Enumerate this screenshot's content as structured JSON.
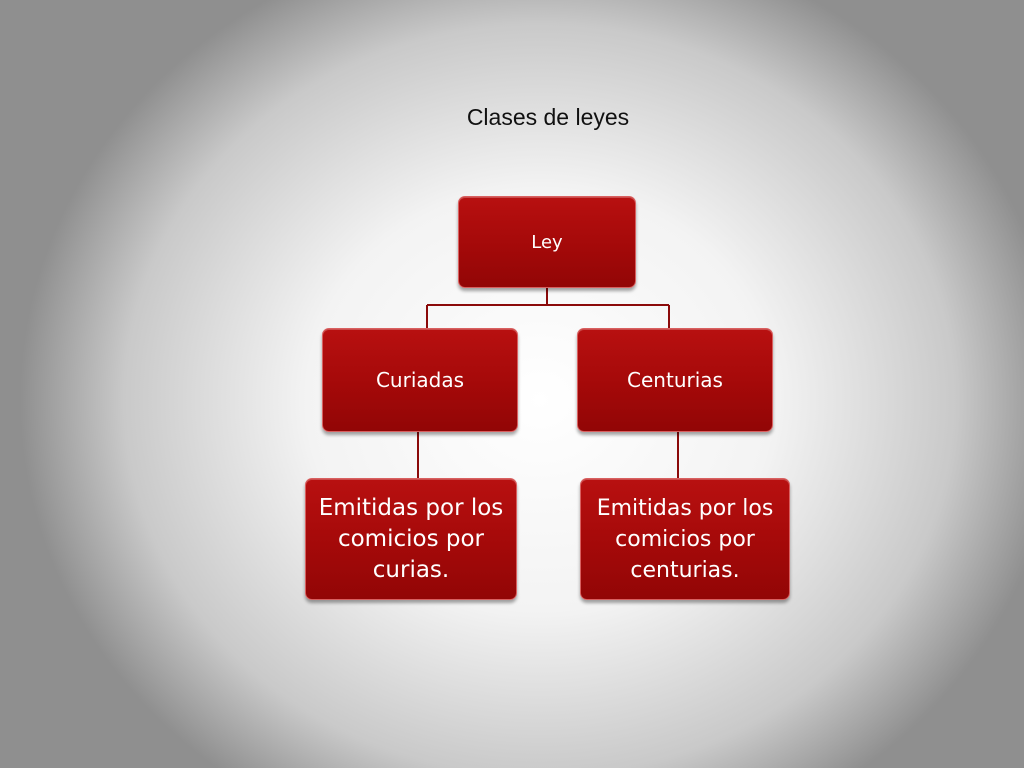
{
  "slide": {
    "title": "Clases de leyes"
  },
  "diagram": {
    "root": {
      "label": "Ley"
    },
    "branches": [
      {
        "label": "Curiadas",
        "child": "Emitidas por los comicios por curias."
      },
      {
        "label": "Centurias",
        "child": "Emitidas por los comicios por centurias."
      }
    ]
  },
  "colors": {
    "node_fill": "#a40909",
    "node_text": "#ffffff",
    "connector": "#8b0a0a"
  }
}
